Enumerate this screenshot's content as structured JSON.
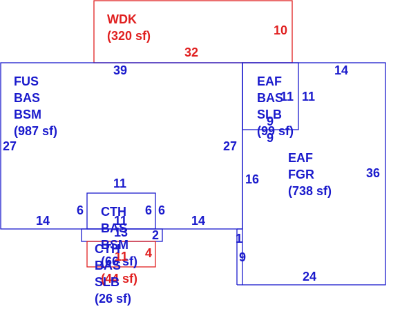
{
  "colors": {
    "structure": "#1a1acc",
    "deck": "#e02020",
    "background": "#ffffff"
  },
  "areas": {
    "wdk": {
      "code": "WDK",
      "area": "(320 sf)"
    },
    "fus": {
      "codes": [
        "FUS",
        "BAS",
        "BSM"
      ],
      "area": "(987 sf)"
    },
    "eaf_slb": {
      "codes": [
        "EAF",
        "BAS",
        "SLB"
      ],
      "area": "(99 sf)"
    },
    "eaf_fgr": {
      "codes": [
        "EAF",
        "FGR"
      ],
      "area": "(738 sf)"
    },
    "cth_bsm": {
      "codes": [
        "CTH",
        "BAS",
        "BSM"
      ],
      "area": "(66 sf)"
    },
    "cth_slb": {
      "codes": [
        "CTH",
        "BAS",
        "SLB"
      ],
      "area": "(26 sf)"
    },
    "small_red": {
      "area": "(44 sf)"
    }
  },
  "dimensions": {
    "wdk_right": "10",
    "wdk_bottom": "32",
    "fus_top": "39",
    "fus_left": "27",
    "fus_right": "27",
    "fus_bottom_left": "14",
    "fus_bottom_right": "14",
    "eaf_slb_side_a": "11",
    "eaf_slb_side_b": "11",
    "eaf_slb_bottom_a": "9",
    "eaf_slb_bottom_b": "9",
    "eaf_top": "14",
    "eaf_right": "36",
    "eaf_left": "16",
    "eaf_bottom": "24",
    "eaf_lower_left": "9",
    "eaf_tick": "1",
    "cth_top": "11",
    "cth_left": "6",
    "cth_right_a": "6",
    "cth_right_b": "6",
    "cth_inner_a": "11",
    "cth_inner_b": "13",
    "cth_slb_right": "2",
    "red_small_a": "11",
    "red_small_b": "4"
  }
}
